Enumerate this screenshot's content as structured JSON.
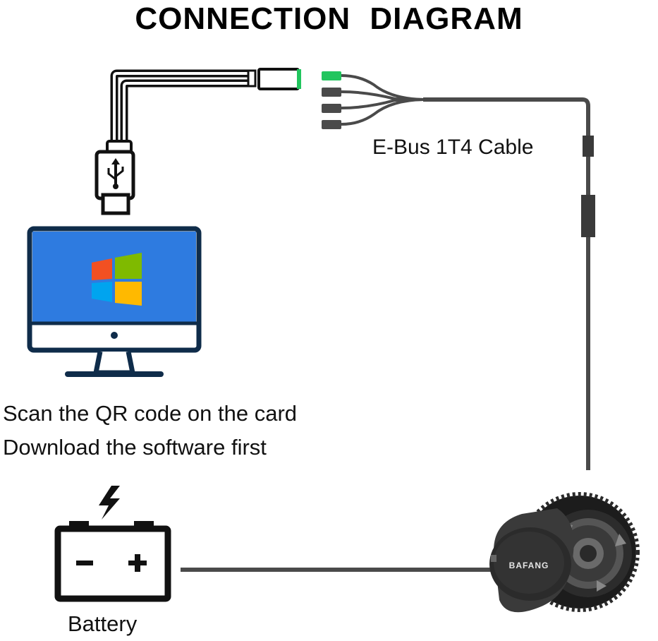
{
  "title": "CONNECTION  DIAGRAM",
  "cable": {
    "label": "E-Bus 1T4 Cable"
  },
  "instructions": {
    "line1": "Scan the QR code on the card",
    "line2": "Download the software first"
  },
  "battery": {
    "label": "Battery",
    "minus": "−",
    "plus": "+"
  },
  "motor": {
    "brand": "BAFANG"
  },
  "colors": {
    "monitor_screen": "#2e7be0",
    "monitor_frame": "#0f2c4a",
    "win_red": "#f25022",
    "win_green": "#7fba00",
    "win_blue": "#00a4ef",
    "win_yellow": "#ffb900",
    "connector_green": "#22c55e",
    "cable_gray": "#4a4a4a"
  },
  "icons": [
    "usb-plug-icon",
    "monitor-icon",
    "windows-logo-icon",
    "battery-icon",
    "lightning-icon",
    "motor-icon"
  ]
}
